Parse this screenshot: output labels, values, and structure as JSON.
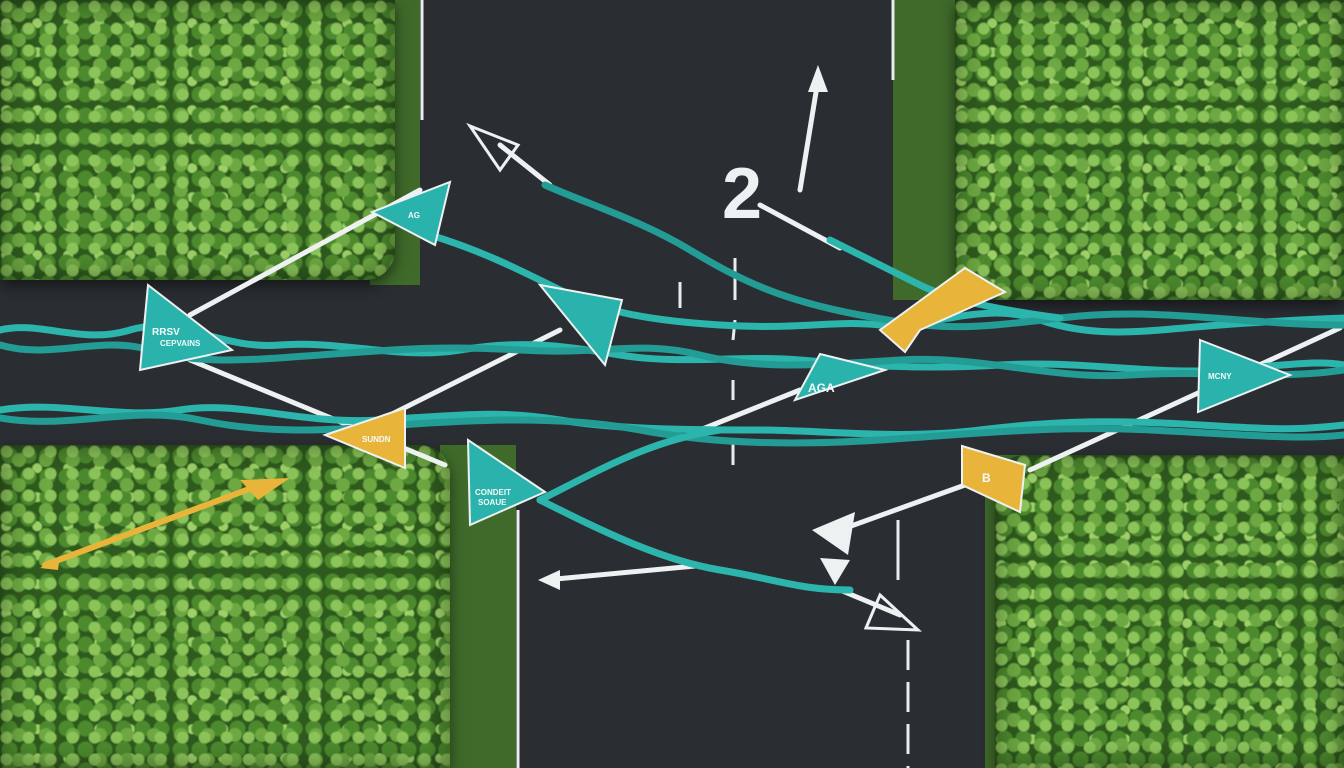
{
  "scene": {
    "colors": {
      "asphalt": "#2a2e33",
      "ribbon": "#2bb5ad",
      "flag_teal": "#2ab3ad",
      "flag_yellow": "#e8b53a",
      "hedge": "#4d8a2e",
      "marking": "#e8ecec"
    },
    "flags": [
      {
        "label_line1": "RRSV",
        "label_line2": "CEPVAINS"
      },
      {
        "label": "SUNDN"
      },
      {
        "label_line1": "CONDEIT",
        "label_line2": "SOAUE"
      },
      {
        "label": "AGA"
      },
      {
        "label": "B"
      },
      {
        "label": "MCNY"
      },
      {
        "label": "AG"
      }
    ],
    "road_number": "2"
  }
}
